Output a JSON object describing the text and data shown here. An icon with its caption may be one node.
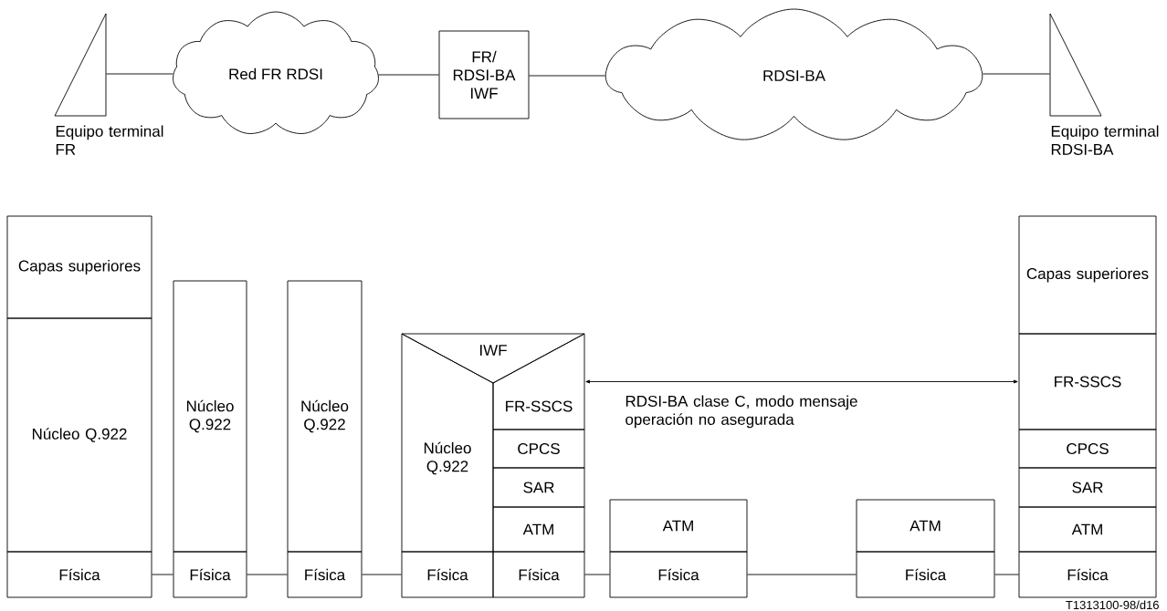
{
  "diagram": {
    "nodes": [
      {
        "text": [],
        "shape": "triangle",
        "beside": [
          "Equipo terminal FR"
        ]
      },
      {
        "text": [
          "Red FR RDSI"
        ]
      },
      {
        "text": [
          "FR/ RDSI-BA IWF"
        ]
      },
      {
        "text": [
          "RDSI-BA"
        ]
      },
      {
        "text": [],
        "shape": "triangle",
        "beside": [
          "Equipo terminal RDSI-BA"
        ]
      },
      {
        "text": [
          "Capas superiores"
        ]
      },
      {
        "text": [
          "Núcleo Q.922"
        ]
      },
      {
        "text": [
          "Física"
        ]
      },
      {
        "text": [
          "Núcleo Q.922"
        ]
      },
      {
        "text": [
          "Física"
        ]
      },
      {
        "text": [
          "Núcleo Q.922"
        ]
      },
      {
        "text": [
          "Física"
        ]
      },
      {
        "text": [
          "IWF"
        ]
      },
      {
        "text": [
          "Núcleo Q.922"
        ]
      },
      {
        "text": [
          "Física"
        ]
      },
      {
        "text": [
          "FR-SSCS"
        ]
      },
      {
        "text": [
          "CPCS"
        ]
      },
      {
        "text": [
          "SAR"
        ]
      },
      {
        "text": [
          "ATM"
        ]
      },
      {
        "text": [
          "Física"
        ]
      },
      {
        "text": [
          "ATM"
        ]
      },
      {
        "text": [
          "Física"
        ]
      },
      {
        "text": [
          "ATM"
        ]
      },
      {
        "text": [
          "Física"
        ]
      },
      {
        "text": [
          "Capas superiores"
        ]
      },
      {
        "text": [
          "FR-SSCS"
        ]
      },
      {
        "text": [
          "CPCS"
        ]
      },
      {
        "text": [
          "SAR"
        ]
      },
      {
        "text": [
          "ATM"
        ]
      },
      {
        "text": [
          "Física"
        ]
      }
    ],
    "edges": [
      {
        "from": 0,
        "to": 1,
        "arrow": "none"
      },
      {
        "from": 1,
        "to": 2,
        "arrow": "none"
      },
      {
        "from": 2,
        "to": 3,
        "arrow": "none"
      },
      {
        "from": 3,
        "to": 4,
        "arrow": "none"
      },
      {
        "from": 7,
        "to": 9,
        "arrow": "none"
      },
      {
        "from": 9,
        "to": 11,
        "arrow": "none"
      },
      {
        "from": 11,
        "to": 14,
        "arrow": "none"
      },
      {
        "from": 19,
        "to": 21,
        "arrow": "none"
      },
      {
        "from": 21,
        "to": 23,
        "arrow": "none"
      },
      {
        "from": 23,
        "to": 29,
        "arrow": "none"
      },
      {
        "from": 15,
        "to": 25,
        "arrow": "both",
        "label": "RDSI-BA clase C, modo mensaje operación no asegurada"
      }
    ],
    "labels": [
      "T1313100-98/d16"
    ]
  }
}
